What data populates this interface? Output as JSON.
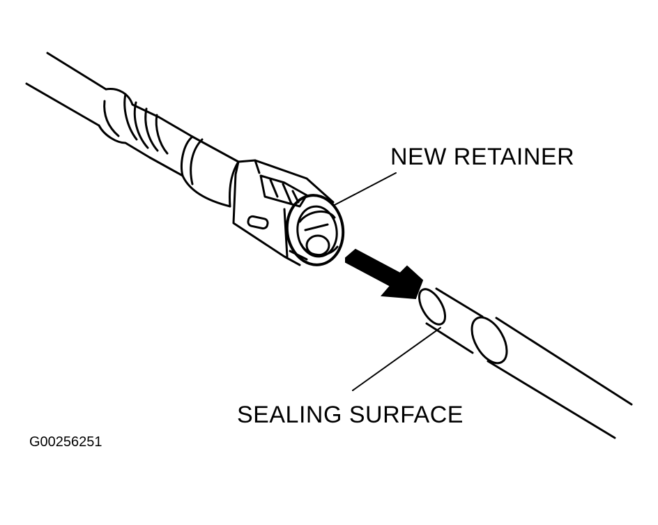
{
  "labels": {
    "new_retainer": "NEW RETAINER",
    "sealing_surface": "SEALING SURFACE"
  },
  "figure_id": "G00256251",
  "colors": {
    "ink": "#000000",
    "paper": "#ffffff"
  }
}
